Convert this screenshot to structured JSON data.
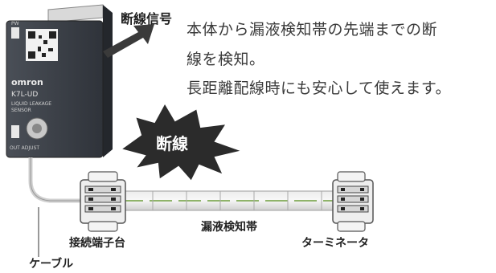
{
  "signal_label": "断線信号",
  "description": [
    "本体から漏液検知帯の先端までの断",
    "線を検知。",
    "長距離配線時にも安心して使えます。"
  ],
  "burst_label": "断線",
  "component_labels": {
    "terminal_block": "接続端子台",
    "detection_band": "漏液検知帯",
    "terminator": "ターミネータ",
    "cable": "ケーブル"
  },
  "device": {
    "brand": "omron",
    "model": "K7L-UD",
    "subtitle_1": "LIQUID LEAKAGE",
    "subtitle_2": "SENSOR",
    "pw": "PW",
    "out_adjust": "OUT ADJUST"
  },
  "colors": {
    "device_body": "#3c4047",
    "arrow": "#3a3a3a",
    "burst": "#2b2b2b",
    "band_green": "#8fb36a"
  }
}
